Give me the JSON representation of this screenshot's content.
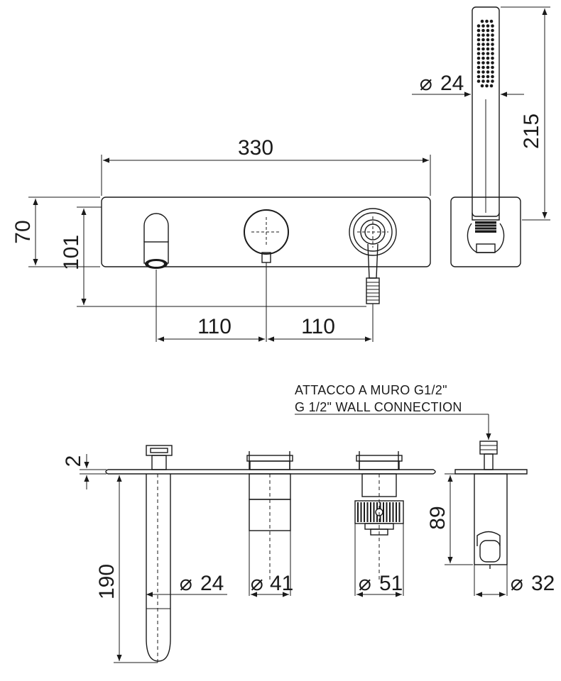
{
  "top_view": {
    "width_330": "330",
    "height_70": "70",
    "height_101": "101",
    "spacing_left_110": "110",
    "spacing_right_110": "110",
    "diameter_24": "24",
    "length_215": "215"
  },
  "side_view": {
    "note_line_1": "ATTACCO A MURO G1/2\"",
    "note_line_2": "G 1/2\" WALL CONNECTION",
    "thickness_2": "2",
    "depth_190": "190",
    "diameter_24": "24",
    "diameter_41": "41",
    "diameter_51": "51",
    "depth_89": "89",
    "diameter_32": "32"
  },
  "symbols": {
    "diameter": "⌀"
  }
}
